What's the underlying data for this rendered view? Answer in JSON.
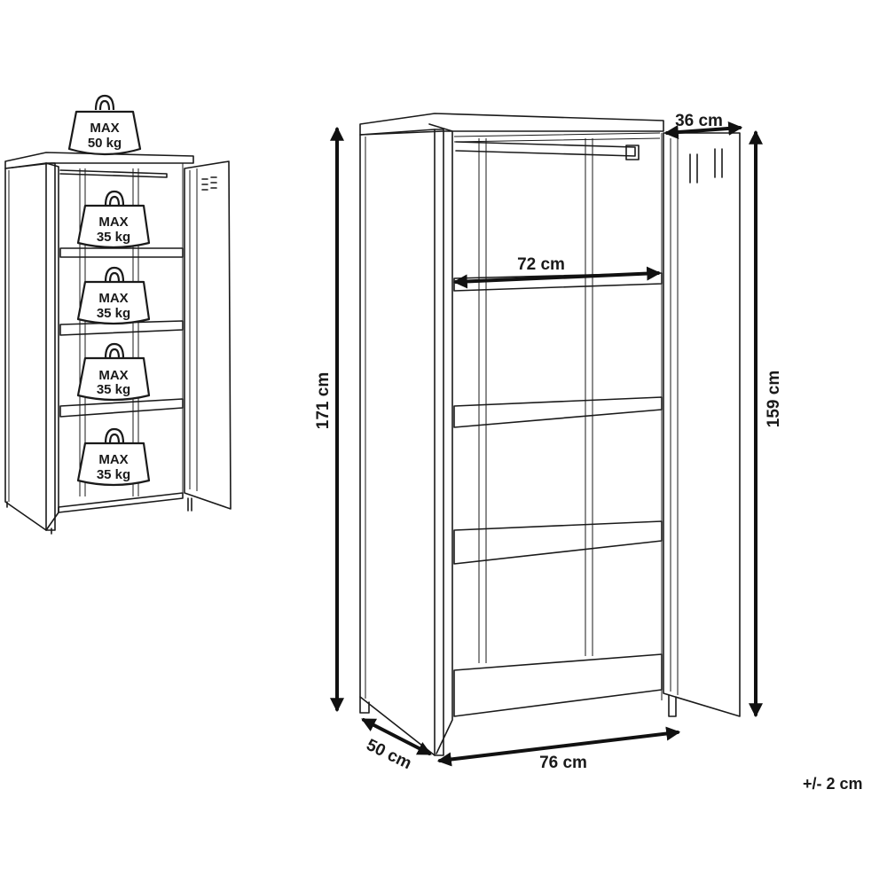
{
  "load_ratings": [
    {
      "label": "MAX",
      "value": "50 kg"
    },
    {
      "label": "MAX",
      "value": "35 kg"
    },
    {
      "label": "MAX",
      "value": "35 kg"
    },
    {
      "label": "MAX",
      "value": "35 kg"
    },
    {
      "label": "MAX",
      "value": "35 kg"
    }
  ],
  "dimensions": {
    "depth_top": "36 cm",
    "shelf_width": "72 cm",
    "height_total": "171 cm",
    "height_inner": "159 cm",
    "depth": "50 cm",
    "width": "76 cm",
    "tolerance": "+/- 2 cm"
  },
  "icons": [
    "weight-icon",
    "dimension-arrow-icon"
  ]
}
